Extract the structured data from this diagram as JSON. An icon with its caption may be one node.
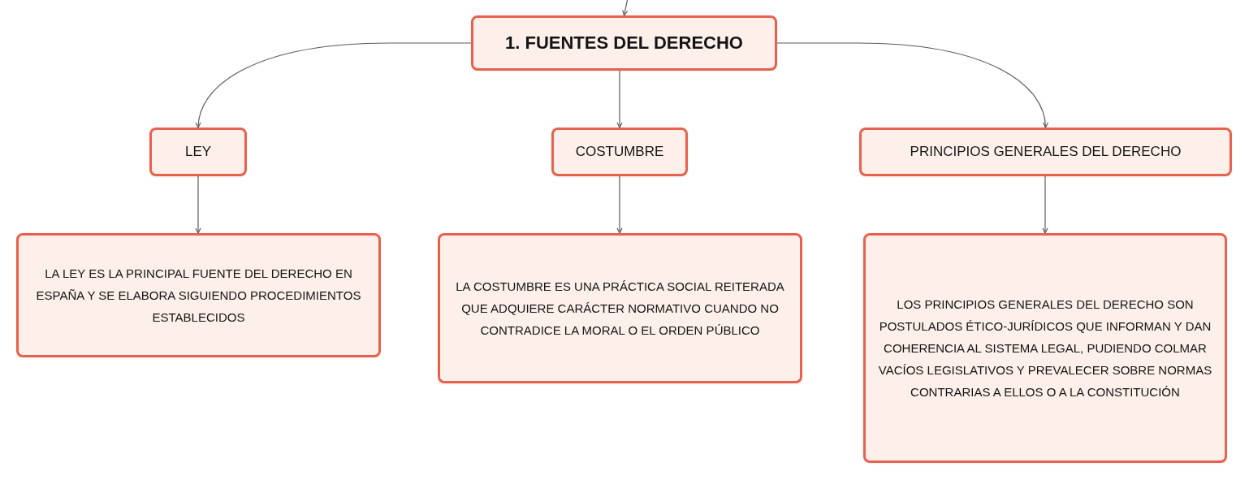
{
  "diagram": {
    "nodes": [
      {
        "text": [
          "1. FUENTES DEL DERECHO"
        ]
      },
      {
        "text": [
          "LEY"
        ]
      },
      {
        "text": [
          "COSTUMBRE"
        ]
      },
      {
        "text": [
          "PRINCIPIOS GENERALES DEL DERECHO"
        ]
      },
      {
        "text": [
          "LA LEY ES LA PRINCIPAL FUENTE DEL DERECHO EN ESPAÑA Y SE ELABORA SIGUIENDO PROCEDIMIENTOS ESTABLECIDOS"
        ]
      },
      {
        "text": [
          "LA COSTUMBRE ES UNA PRÁCTICA SOCIAL REITERADA QUE ADQUIERE CARÁCTER NORMATIVO CUANDO NO CONTRADICE LA MORAL O EL ORDEN PÚBLICO"
        ]
      },
      {
        "text": [
          "LOS PRINCIPIOS GENERALES DEL DERECHO SON POSTULADOS ÉTICO-JURÍDICOS QUE INFORMAN Y DAN COHERENCIA AL SISTEMA LEGAL, PUDIENDO COLMAR VACÍOS LEGISLATIVOS Y PREVALECER SOBRE NORMAS CONTRARIAS A ELLOS O A LA CONSTITUCIÓN"
        ]
      }
    ],
    "edges": [
      {
        "from": null,
        "to": 0,
        "arrow": "to"
      },
      {
        "from": 0,
        "to": 1,
        "arrow": "to"
      },
      {
        "from": 0,
        "to": 2,
        "arrow": "to"
      },
      {
        "from": 0,
        "to": 3,
        "arrow": "to"
      },
      {
        "from": 1,
        "to": 4,
        "arrow": "to"
      },
      {
        "from": 2,
        "to": 5,
        "arrow": "to"
      },
      {
        "from": 3,
        "to": 6,
        "arrow": "to"
      }
    ]
  }
}
